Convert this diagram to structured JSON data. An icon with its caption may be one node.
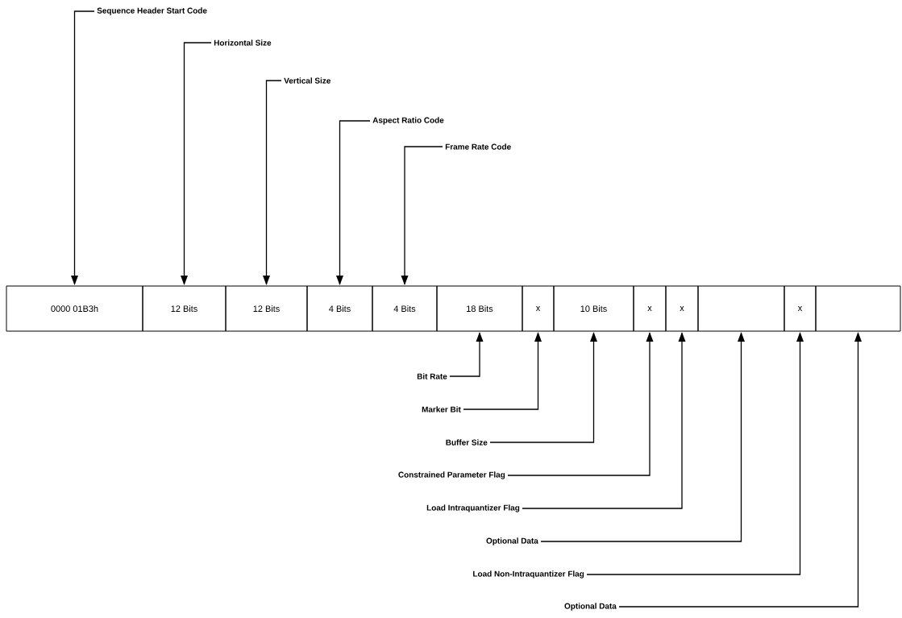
{
  "diagram": {
    "nodes": [
      {
        "text": [
          "0000 01B3h"
        ]
      },
      {
        "text": [
          "12 Bits"
        ]
      },
      {
        "text": [
          "12 Bits"
        ]
      },
      {
        "text": [
          "4 Bits"
        ]
      },
      {
        "text": [
          "4 Bits"
        ]
      },
      {
        "text": [
          "18 Bits"
        ]
      },
      {
        "text": [
          "x"
        ]
      },
      {
        "text": [
          "10 Bits"
        ]
      },
      {
        "text": [
          "x"
        ]
      },
      {
        "text": [
          "x"
        ]
      },
      {
        "text": [],
        "shape": "box"
      },
      {
        "text": [
          "x"
        ]
      },
      {
        "text": [],
        "shape": "box"
      },
      {
        "text": [
          "Sequence Header Start Code"
        ]
      },
      {
        "text": [
          "Horizontal Size"
        ]
      },
      {
        "text": [
          "Vertical Size"
        ]
      },
      {
        "text": [
          "Aspect Ratio Code"
        ]
      },
      {
        "text": [
          "Frame Rate Code"
        ]
      },
      {
        "text": [
          "Bit Rate"
        ]
      },
      {
        "text": [
          "Marker Bit"
        ]
      },
      {
        "text": [
          "Buffer Size"
        ]
      },
      {
        "text": [
          "Constrained Parameter Flag"
        ]
      },
      {
        "text": [
          "Load Intraquantizer Flag"
        ]
      },
      {
        "text": [
          "Optional Data"
        ]
      },
      {
        "text": [
          "Load Non-Intraquantizer Flag"
        ]
      },
      {
        "text": [
          "Optional Data"
        ]
      }
    ],
    "edges": [
      {
        "from": 13,
        "to": 0,
        "arrow": "to"
      },
      {
        "from": 14,
        "to": 1,
        "arrow": "to"
      },
      {
        "from": 15,
        "to": 2,
        "arrow": "to"
      },
      {
        "from": 16,
        "to": 3,
        "arrow": "to"
      },
      {
        "from": 17,
        "to": 4,
        "arrow": "to"
      },
      {
        "from": 18,
        "to": 5,
        "arrow": "to"
      },
      {
        "from": 19,
        "to": 6,
        "arrow": "to"
      },
      {
        "from": 20,
        "to": 7,
        "arrow": "to"
      },
      {
        "from": 21,
        "to": 8,
        "arrow": "to"
      },
      {
        "from": 22,
        "to": 9,
        "arrow": "to"
      },
      {
        "from": 23,
        "to": 10,
        "arrow": "to"
      },
      {
        "from": 24,
        "to": 11,
        "arrow": "to"
      },
      {
        "from": 25,
        "to": 12,
        "arrow": "to"
      }
    ]
  }
}
